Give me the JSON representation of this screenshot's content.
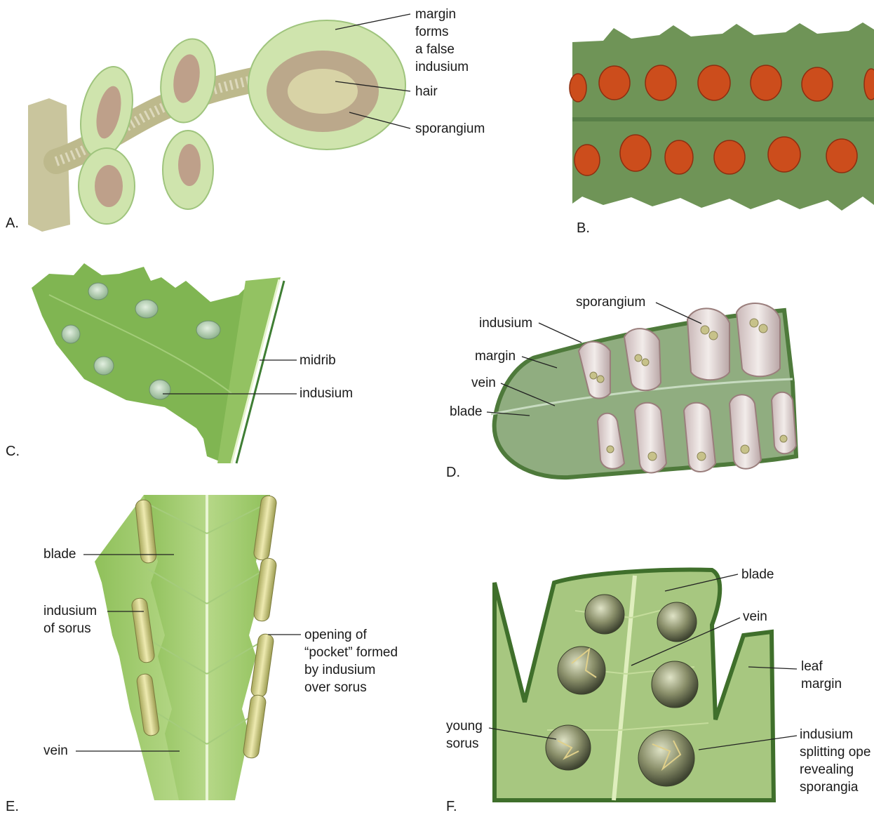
{
  "panels": {
    "a": {
      "letter": "A.",
      "labels": {
        "margin": "margin\nforms\na false\nindusium",
        "hair": "hair",
        "sporangium": "sporangium"
      }
    },
    "b": {
      "letter": "B."
    },
    "c": {
      "letter": "C.",
      "labels": {
        "midrib": "midrib",
        "indusium": "indusium"
      }
    },
    "d": {
      "letter": "D.",
      "labels": {
        "sporangium": "sporangium",
        "indusium": "indusium",
        "margin": "margin",
        "vein": "vein",
        "blade": "blade"
      }
    },
    "e": {
      "letter": "E.",
      "labels": {
        "blade": "blade",
        "indusium": "indusium\nof sorus",
        "opening": "opening of\n“pocket” formed\nby indusium\nover sorus",
        "vein": "vein"
      }
    },
    "f": {
      "letter": "F.",
      "labels": {
        "blade": "blade",
        "vein": "vein",
        "leaf_margin": "leaf\nmargin",
        "young_sorus": "young\nsorus",
        "indusium": "indusium\nsplitting ope\nrevealing\nsporangia"
      }
    }
  },
  "colors": {
    "leaf_light": "#c9dfa2",
    "leaf_mid": "#8fbc5a",
    "leaf_dark": "#5d7e47",
    "sporangium": "#d05a1e",
    "indusium_pale": "#e3e7cf",
    "sorus_gray": "#6b7152"
  }
}
